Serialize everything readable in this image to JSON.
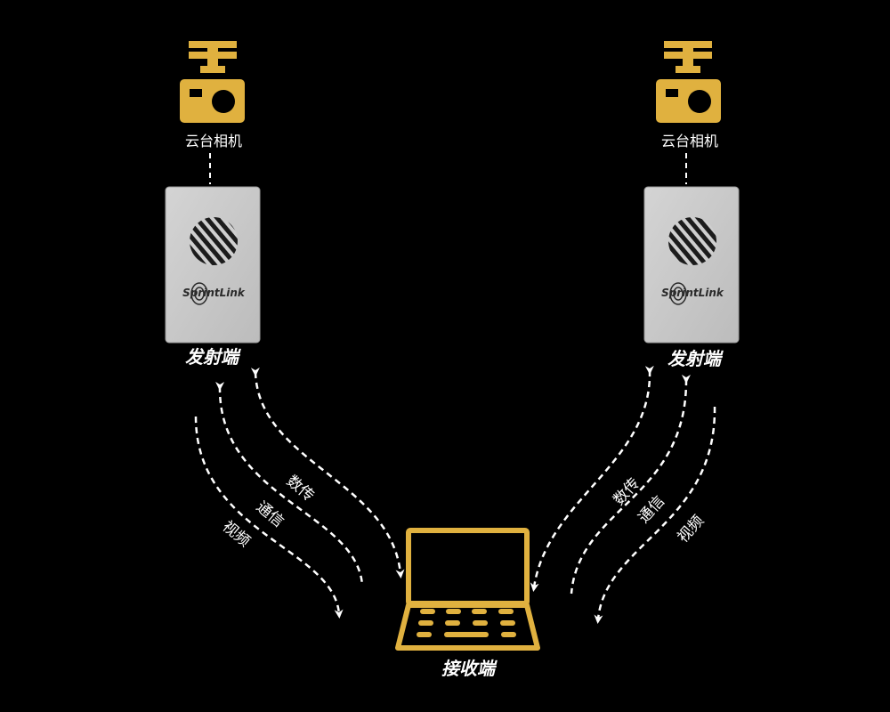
{
  "colors": {
    "background": "#000000",
    "accent": "#e0b13f",
    "device_body": "#c9c9c9",
    "line": "#ffffff"
  },
  "left_unit": {
    "camera_label": "云台相机",
    "camera_icon": "gimbal-camera-icon",
    "transmitter_label": "发射端",
    "brand": "SprintLink",
    "links": {
      "data": "数传",
      "comm": "通信",
      "video": "视频"
    }
  },
  "right_unit": {
    "camera_label": "云台相机",
    "camera_icon": "gimbal-camera-icon",
    "transmitter_label": "发射端",
    "brand": "SprintLink",
    "links": {
      "data": "数传",
      "comm": "通信",
      "video": "视频"
    }
  },
  "receiver": {
    "label": "接收端",
    "icon": "laptop-icon"
  }
}
